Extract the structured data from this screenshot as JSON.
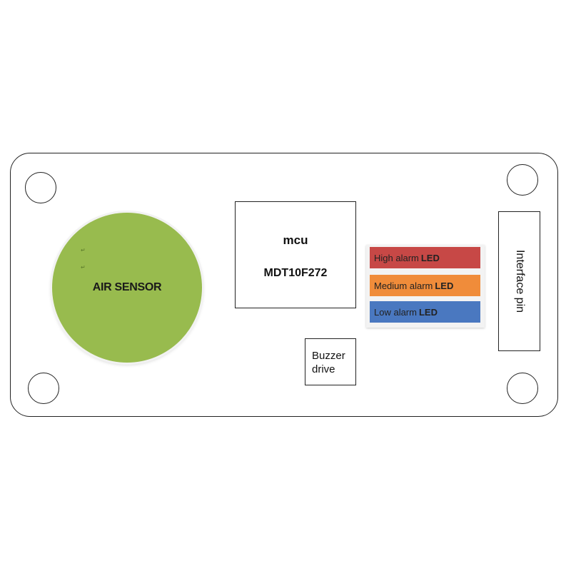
{
  "sensor": {
    "label": "AIR SENSOR"
  },
  "mcu": {
    "title": "mcu",
    "part": "MDT10F272"
  },
  "leds": [
    {
      "text": "High alarm",
      "suffix": "LED",
      "color": "#c74846"
    },
    {
      "text": "Medium alarm",
      "suffix": "LED",
      "color": "#f08c3a"
    },
    {
      "text": "Low alarm",
      "suffix": "LED",
      "color": "#4a78c0"
    }
  ],
  "buzzer": {
    "line1": "Buzzer",
    "line2": "drive"
  },
  "interface": {
    "label": "Interface pin"
  }
}
